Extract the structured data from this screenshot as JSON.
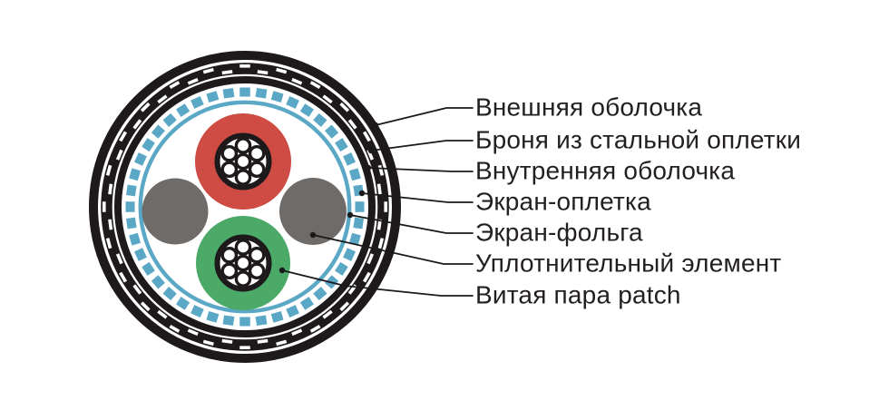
{
  "colors": {
    "outline_black": "#1e1a1b",
    "screen_blue": "#5aa7c6",
    "pair_red": "#cf4c44",
    "pair_green": "#4caa68",
    "filler_gray": "#6f6b69",
    "wire_white": "#ffffff",
    "label_text": "#231f20",
    "background": "#ffffff"
  },
  "labels": [
    {
      "text": "Внешняя оболочка",
      "target": "outer-sheath"
    },
    {
      "text": "Броня из стальной оплетки",
      "target": "steel-braid-armor"
    },
    {
      "text": "Внутренняя оболочка",
      "target": "inner-sheath"
    },
    {
      "text": "Экран-оплетка",
      "target": "screen-braid"
    },
    {
      "text": "Экран-фольга",
      "target": "screen-foil"
    },
    {
      "text": "Уплотнительный элемент",
      "target": "filler-element"
    },
    {
      "text": "Витая пара patch",
      "target": "twisted-pair"
    }
  ]
}
